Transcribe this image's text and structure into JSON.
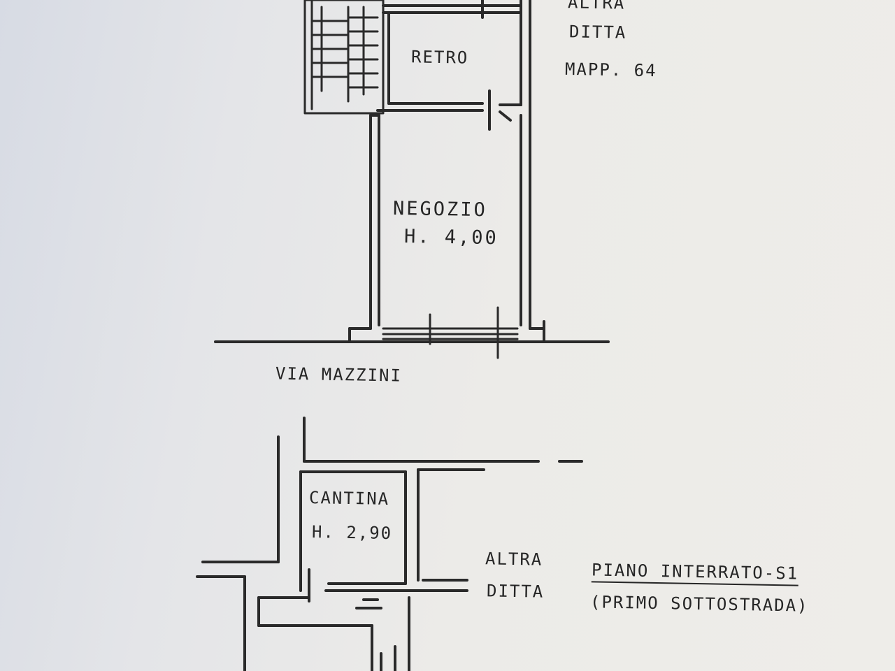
{
  "ground_floor": {
    "neighbor_top": {
      "line1": "ALTRA",
      "line2": "DITTA",
      "line3": "MAPP. 64"
    },
    "retro_label": "RETRO",
    "negozio_label": "NEGOZIO",
    "negozio_height": "H. 4,00",
    "street_label": "VIA  MAZZINI"
  },
  "basement": {
    "cantina_label": "CANTINA",
    "cantina_height": "H. 2,90",
    "neighbor": {
      "line1": "ALTRA",
      "line2": "DITTA"
    },
    "floor_title": "PIANO INTERRATO-S1",
    "floor_subtitle": "(PRIMO SOTTOSTRADA)"
  },
  "colors": {
    "ink": "#2a2a2a",
    "paper": "#eceae6"
  }
}
